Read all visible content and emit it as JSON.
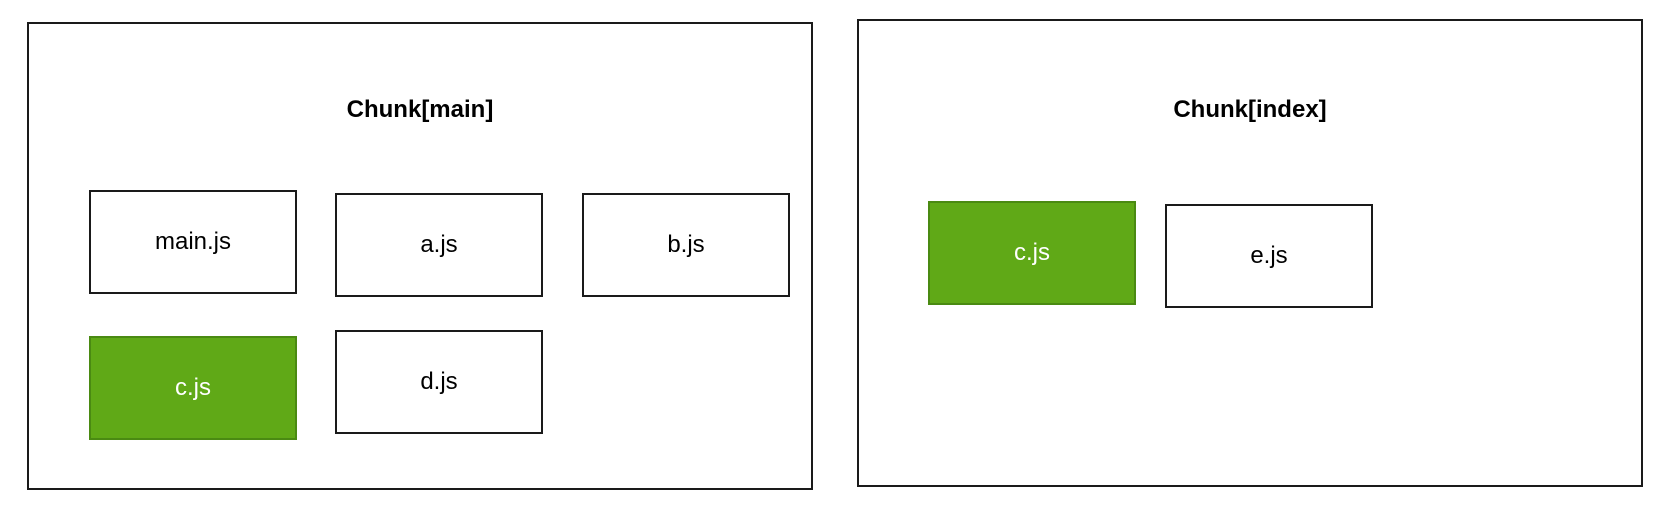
{
  "chunks": [
    {
      "title": "Chunk[main]",
      "modules": [
        {
          "label": "main.js",
          "shared": false
        },
        {
          "label": "a.js",
          "shared": false
        },
        {
          "label": "b.js",
          "shared": false
        },
        {
          "label": "c.js",
          "shared": true
        },
        {
          "label": "d.js",
          "shared": false
        }
      ]
    },
    {
      "title": "Chunk[index]",
      "modules": [
        {
          "label": "c.js",
          "shared": true
        },
        {
          "label": "e.js",
          "shared": false
        }
      ]
    }
  ],
  "colors": {
    "shared_module_fill": "#60a917",
    "shared_module_border": "#4a8a12",
    "shared_module_text": "#ffffff",
    "module_fill": "#ffffff",
    "border": "#1a1a1a"
  }
}
